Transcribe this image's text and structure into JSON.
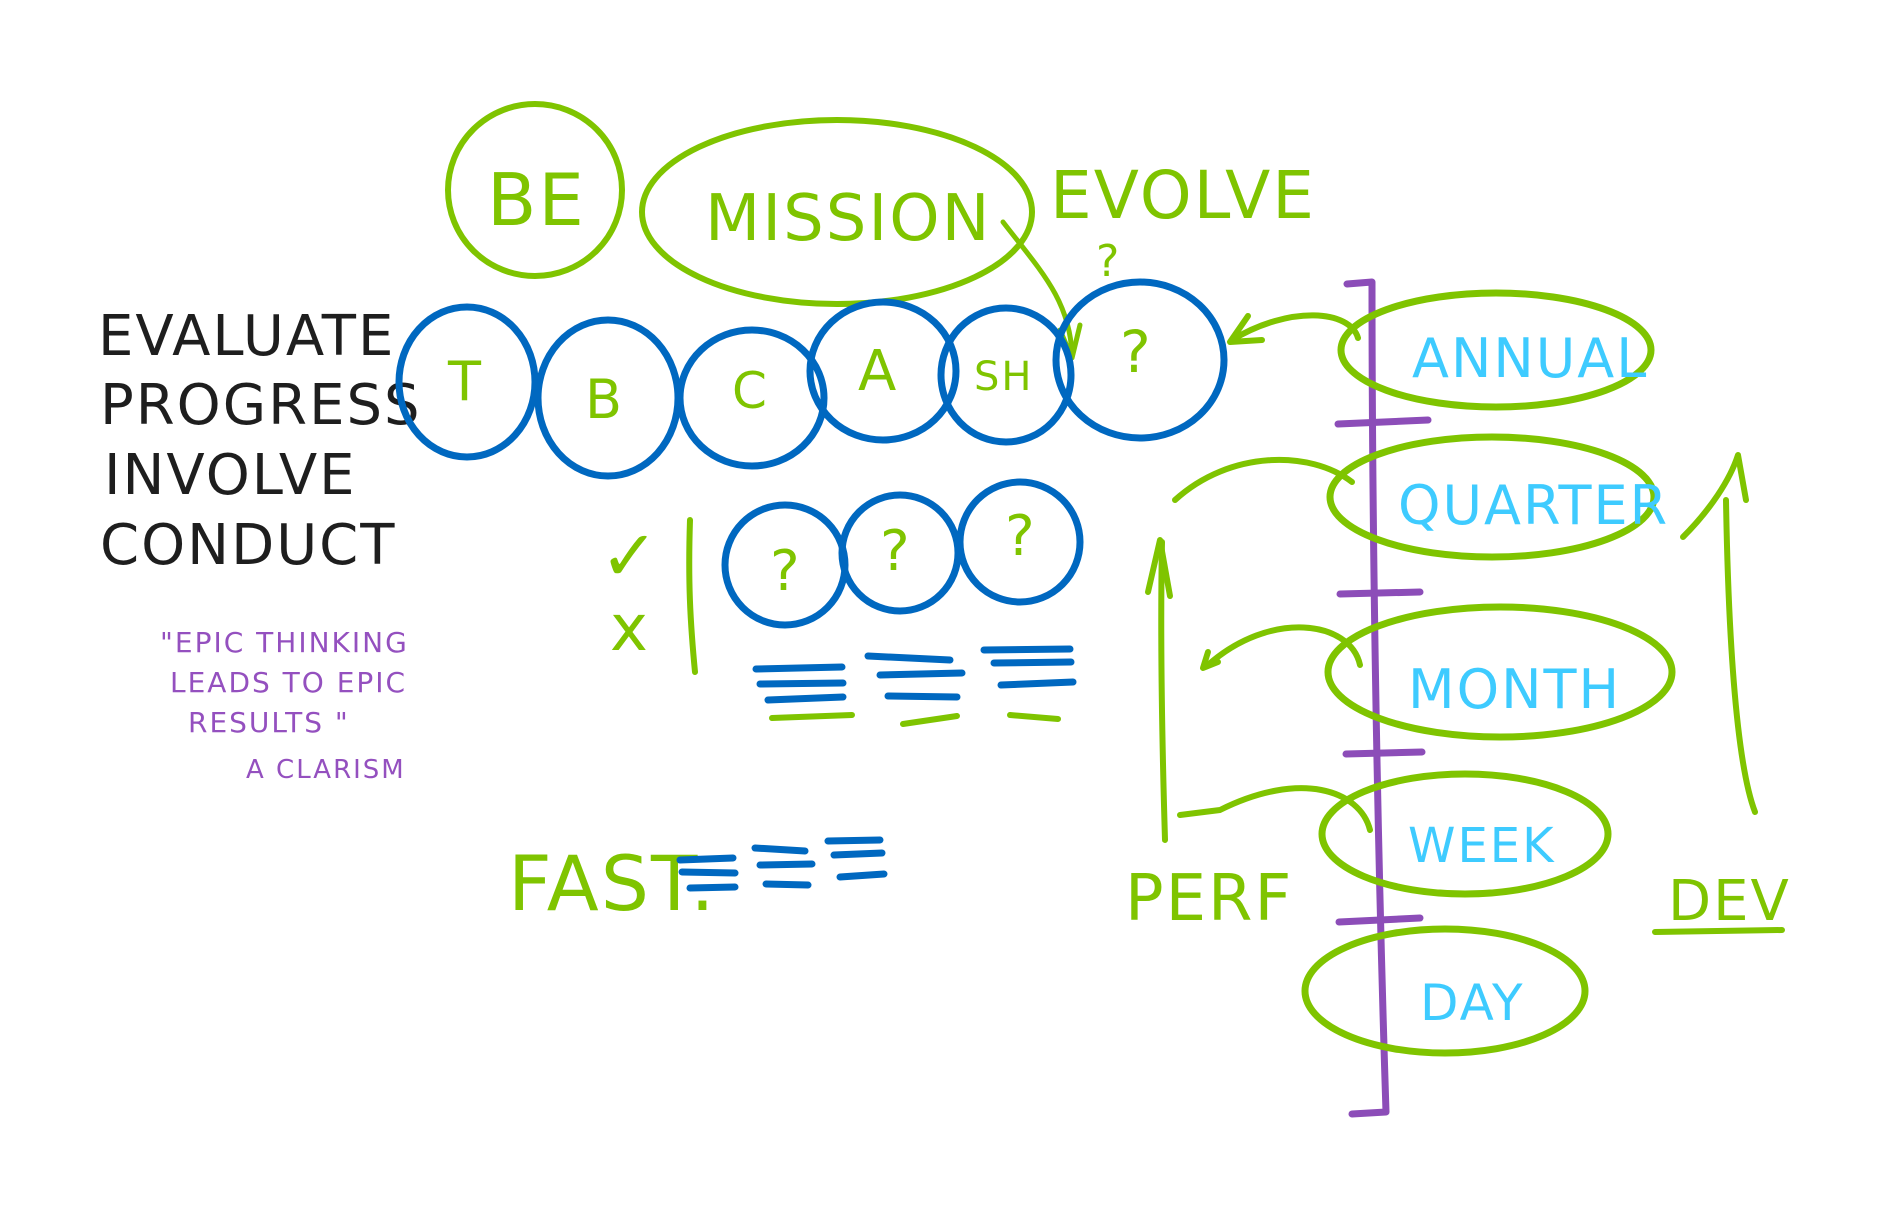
{
  "canvas": {
    "background": "#ffffff"
  },
  "colors": {
    "green": "#7fc400",
    "blue": "#0068c0",
    "purple": "#8c4db8",
    "cyan": "#3ecbff",
    "black": "#1e1e1e"
  },
  "left_list": {
    "items": [
      "EVALUATE",
      "PROGRESS",
      "INVOLVE",
      "CONDUCT"
    ]
  },
  "quote": {
    "lines": [
      "\"EPIC THINKING",
      "LEADS TO EPIC",
      "RESULTS \""
    ],
    "attribution": "A CLARISM"
  },
  "top": {
    "be_label": "BE",
    "mission_label": "MISSION",
    "evolve_label": "EVOLVE",
    "evolve_mark": "?"
  },
  "value_circles": {
    "labels": [
      "T",
      "B",
      "C",
      "A",
      "SH",
      "?"
    ]
  },
  "check_column": {
    "check": "✓",
    "cross": "x"
  },
  "question_circles": {
    "labels": [
      "?",
      "?",
      "?"
    ]
  },
  "fast_label": "FAST.",
  "perf_label": "PERF",
  "dev_label": "DEV",
  "timeline": {
    "items": [
      "ANNUAL",
      "QUARTER",
      "MONTH",
      "WEEK",
      "DAY"
    ]
  }
}
